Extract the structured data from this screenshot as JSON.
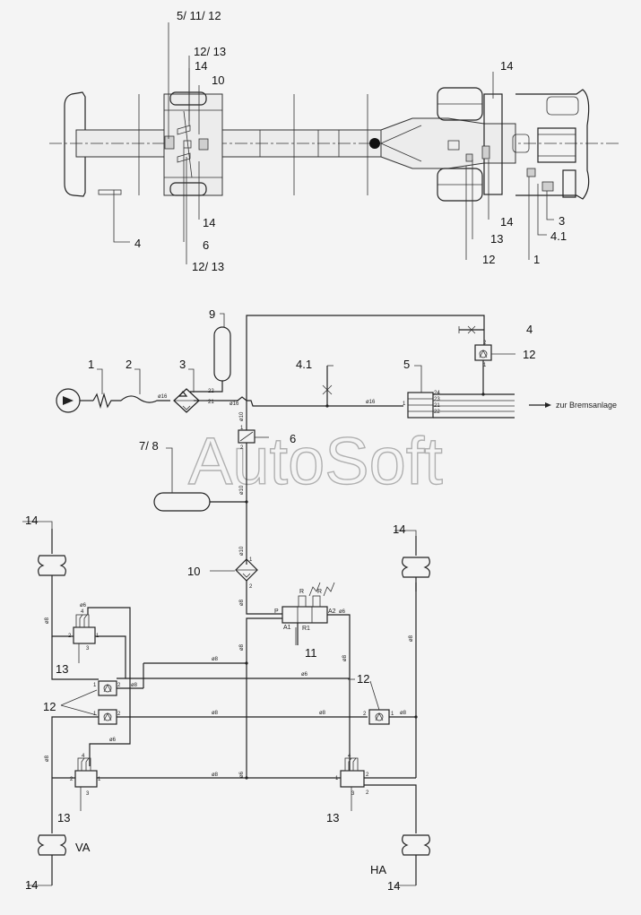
{
  "watermark": "AutoSoft",
  "chassis_labels": {
    "c_5_11_12": "5/ 11/ 12",
    "c_12_13_top": "12/ 13",
    "c_14_a": "14",
    "c_10": "10",
    "c_14_b": "14",
    "c_4": "4",
    "c_6": "6",
    "c_12_13_bottom": "12/ 13",
    "c_14_rear_top": "14",
    "c_14_rear_bottom": "14",
    "c_13": "13",
    "c_12": "12",
    "c_3": "3",
    "c_4_1": "4.1",
    "c_1": "1"
  },
  "schematic_labels": {
    "s_1": "1",
    "s_2": "2",
    "s_3": "3",
    "s_9": "9",
    "s_4_1": "4.1",
    "s_5": "5",
    "s_4": "4",
    "s_12_top": "12",
    "s_6": "6",
    "s_7_8": "7/ 8",
    "s_10": "10",
    "s_11": "11",
    "s_14_left_top": "14",
    "s_14_right_top": "14",
    "s_13_left_top": "13",
    "s_12_left": "12",
    "s_12_right": "12",
    "s_13_left_bottom": "13",
    "s_13_right": "13",
    "s_va": "VA",
    "s_ha": "HA",
    "s_14_left_bottom": "14",
    "s_14_right_bottom": "14",
    "s_brake": "zur Bremsanlage"
  },
  "pipe_labels": {
    "p16_a": "ø16",
    "p16_b": "ø16",
    "p16_c": "ø16",
    "p10_a": "ø10",
    "p10_b": "ø10",
    "p10_c": "ø10",
    "p8_a": "ø8",
    "p8_b": "ø8",
    "p8_c": "ø8",
    "p8_d": "ø8",
    "p8_e": "ø8",
    "p8_f": "ø8",
    "p8_g": "ø8",
    "p8_h": "ø8",
    "p8_i": "ø8",
    "p8_j": "ø8",
    "p8_k": "ø8",
    "p8_l": "ø8",
    "p6_a": "ø6",
    "p6_b": "ø6",
    "p6_c": "ø6",
    "p6_d": "ø6",
    "p6_e": "ø6"
  },
  "port_labels": {
    "dryer_21": "21",
    "dryer_22": "22",
    "tank_24": "24",
    "tank_23": "23",
    "tank_21": "21",
    "tank_22": "22",
    "tank_1": "1",
    "valve6_1": "1",
    "valve6_2": "2",
    "valve10_1": "1",
    "valve10_2": "2",
    "valve12_top_1": "1",
    "valve12_top_2": "2",
    "v11_P": "P",
    "v11_A1": "A1",
    "v11_A2": "A2",
    "v11_R": "R",
    "v11_R2": "R",
    "v11_R1": "R1",
    "lv_top_1": "1",
    "lv_top_2": "2",
    "lv_top_3": "3",
    "lv_top_4": "4",
    "lv_bot_1": "1",
    "lv_bot_2": "2",
    "lv_bot_3": "3",
    "lv_bot_4": "4",
    "rv_1": "1",
    "rv_2": "2",
    "rv_3": "3",
    "rv_4": "4",
    "rv_2b": "2",
    "ck1_1": "1",
    "ck1_2": "2",
    "ck2_1": "1",
    "ck2_2": "2",
    "ck3_1": "1",
    "ck3_2": "2"
  }
}
